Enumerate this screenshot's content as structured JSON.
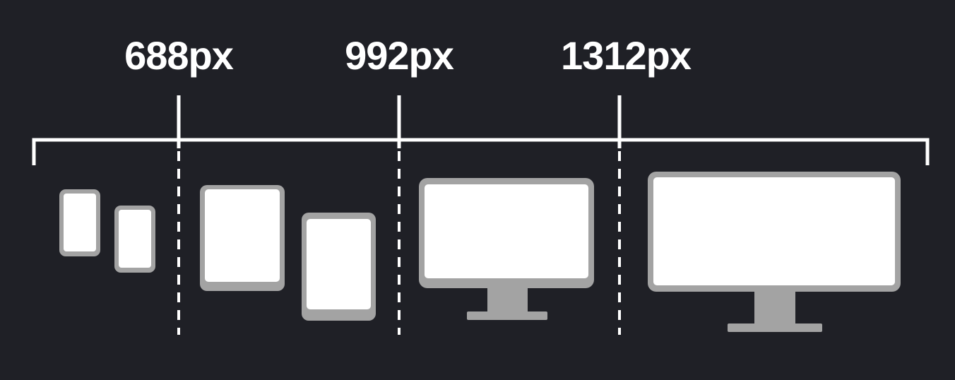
{
  "breakpoints": [
    {
      "label": "688px"
    },
    {
      "label": "992px"
    },
    {
      "label": "1312px"
    }
  ],
  "devices": [
    {
      "kind": "phone-icon"
    },
    {
      "kind": "phone-icon"
    },
    {
      "kind": "tablet-icon"
    },
    {
      "kind": "tablet-icon"
    },
    {
      "kind": "desktop-monitor-icon"
    },
    {
      "kind": "large-monitor-icon"
    }
  ],
  "colors": {
    "background": "#1f2026",
    "line": "#ffffff",
    "device_frame": "#a3a3a3",
    "device_screen": "#ffffff"
  }
}
